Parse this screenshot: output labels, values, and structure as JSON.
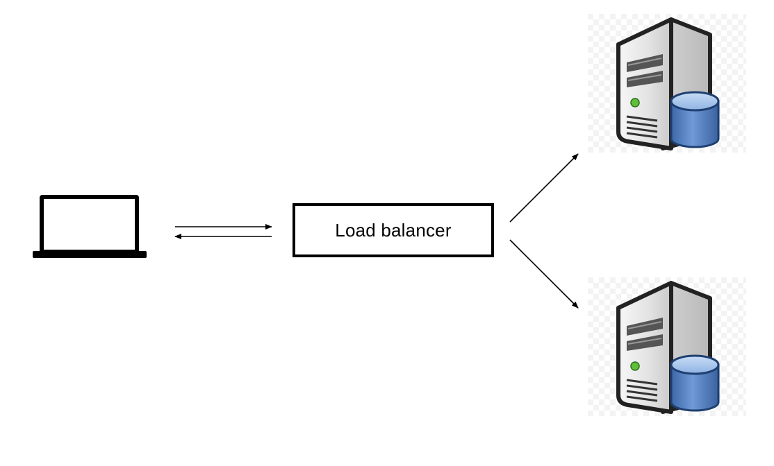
{
  "diagram": {
    "client": {
      "icon": "laptop-icon"
    },
    "load_balancer": {
      "label": "Load balancer"
    },
    "servers": [
      {
        "icon": "database-server-icon"
      },
      {
        "icon": "database-server-icon"
      }
    ],
    "connections": [
      {
        "from": "client",
        "to": "load_balancer",
        "direction": "right"
      },
      {
        "from": "load_balancer",
        "to": "client",
        "direction": "left"
      },
      {
        "from": "load_balancer",
        "to": "server-1"
      },
      {
        "from": "load_balancer",
        "to": "server-2"
      }
    ]
  },
  "colors": {
    "stroke": "#000000",
    "server_body": "#e6e6e6",
    "server_outline": "#2a2a2a",
    "db_blue": "#4f7fbf",
    "db_top": "#a9c8ee",
    "status_led": "#5fbf3a",
    "checker_light": "#f3f3f3"
  }
}
